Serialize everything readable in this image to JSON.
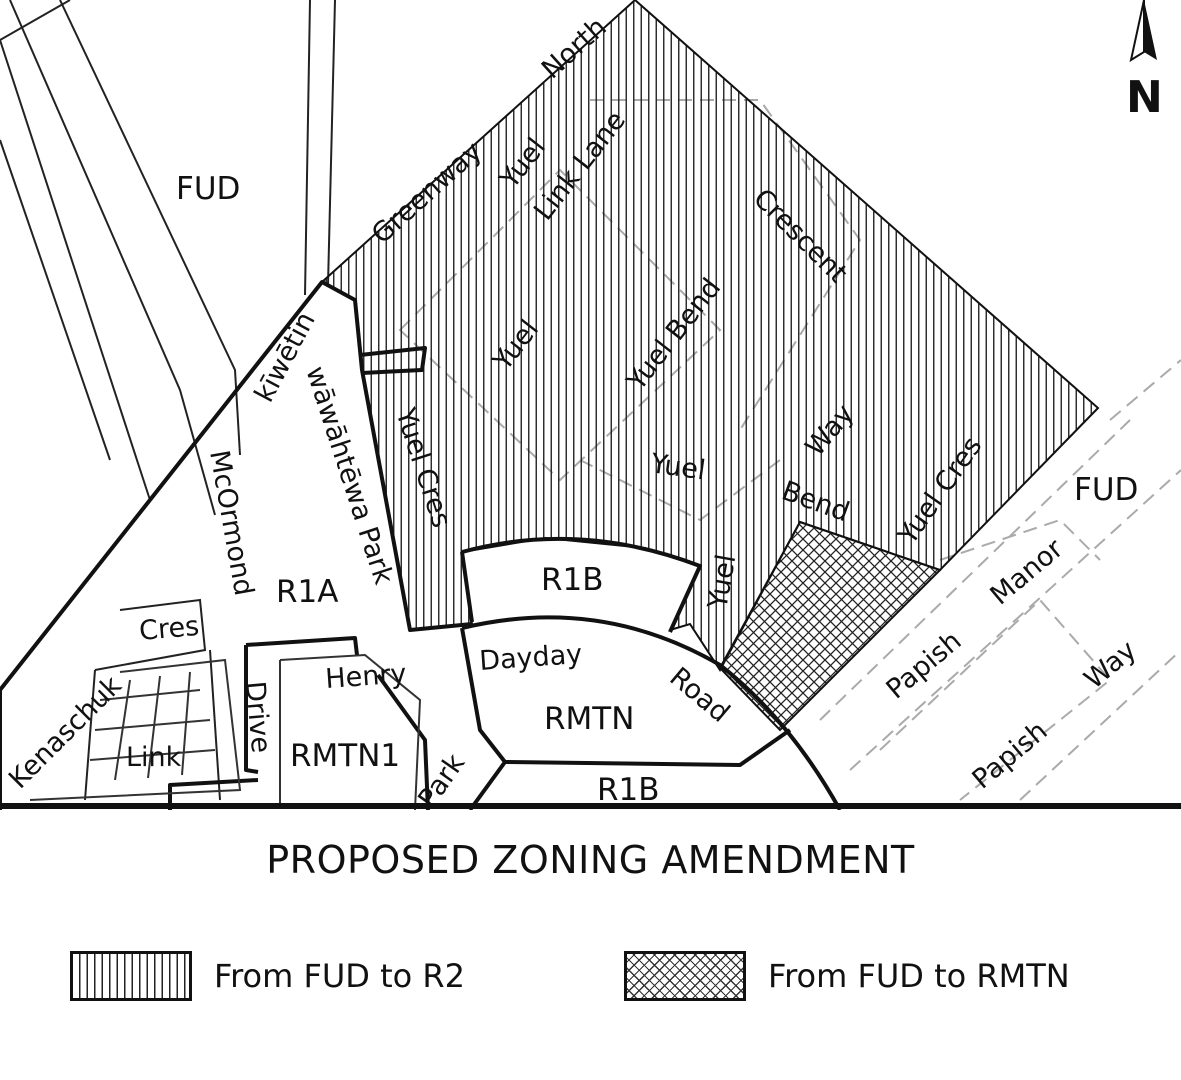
{
  "map": {
    "north_label": "N",
    "zones": {
      "fud_nw": "FUD",
      "fud_ne": "FUD",
      "r1a": "R1A",
      "r1b_top": "R1B",
      "r1b_bottom": "R1B",
      "rmtn": "RMTN",
      "rmtn1": "RMTN1"
    },
    "streets": {
      "greenway": "Greenway",
      "north": "North",
      "yuel_1": "Yuel",
      "link_lane": "Link Lane",
      "crescent": "Crescent",
      "yuel_2": "Yuel",
      "yuel_bend": "Yuel Bend",
      "kiwetin": "kīwētin",
      "park_name": "wāwāhtēwa Park",
      "yuel_cres_1": "Yuel Cres",
      "yuel_3": "Yuel",
      "way": "Way",
      "bend": "Bend",
      "yuel_cres_2": "Yuel Cres",
      "yuel_4": "Yuel",
      "mcormond": "McOrmond",
      "cres": "Cres",
      "kenaschuk": "Kenaschuk",
      "link": "Link",
      "drive": "Drive",
      "henry": "Henry",
      "park": "Park",
      "dayday": "Dayday",
      "road": "Road",
      "manor": "Manor",
      "papish_1": "Papish",
      "way_2": "Way",
      "papish_2": "Papish"
    }
  },
  "title": "PROPOSED ZONING AMENDMENT",
  "legend": [
    {
      "label": "From FUD to R2",
      "pattern": "vertical-hatch"
    },
    {
      "label": "From FUD to RMTN",
      "pattern": "cross-hatch"
    }
  ],
  "colors": {
    "ink": "#111111",
    "background": "#ffffff",
    "dashed_lot": "#bbbbbb"
  }
}
